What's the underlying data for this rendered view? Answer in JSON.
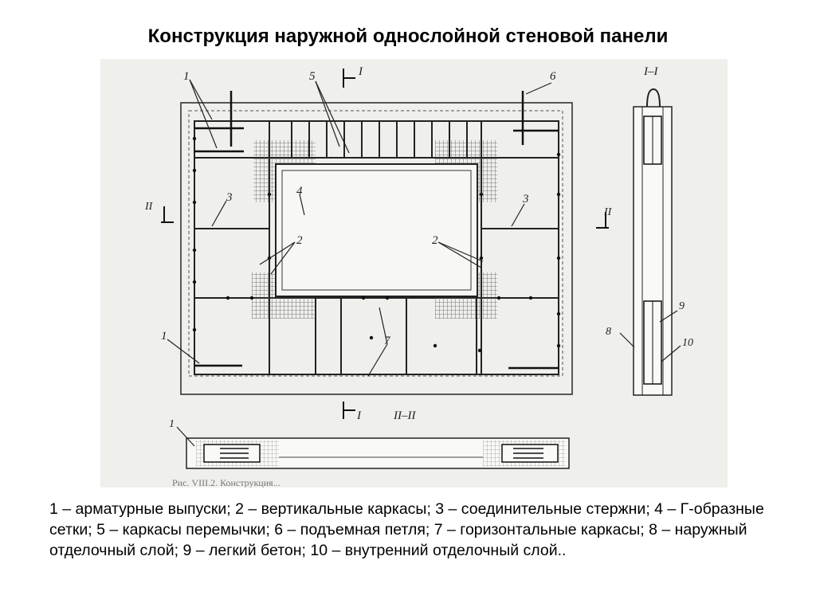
{
  "slide": {
    "title": "Конструкция наружной однослойной стеновой панели",
    "caption": "1 – арматурные выпуски; 2 – вертикальные каркасы; 3 – соединительные стержни; 4 –  Г-образные сетки; 5 – каркасы перемычки; 6 – подъемная петля; 7 – горизонтальные каркасы; 8 – наружный отделочный слой; 9 – легкий бетон; 10 – внутренний отделочный слой.."
  },
  "figure": {
    "callouts": {
      "n1_top": "1",
      "n5": "5",
      "n6": "6",
      "n3_left": "3",
      "n4": "4",
      "n2_left": "2",
      "n2_right": "2",
      "n3_right": "3",
      "n1_bottom": "1",
      "n7": "7",
      "n9": "9",
      "n8": "8",
      "n10": "10",
      "n1_section": "1"
    },
    "section_marks": {
      "i_top": "I",
      "i_bottom": "I",
      "ii_left": "II",
      "ii_right": "II",
      "section_i": "I–I",
      "section_ii": "II–II"
    },
    "bottom_caption_fragment": "Рис. VIII.2. Конструкция..."
  }
}
